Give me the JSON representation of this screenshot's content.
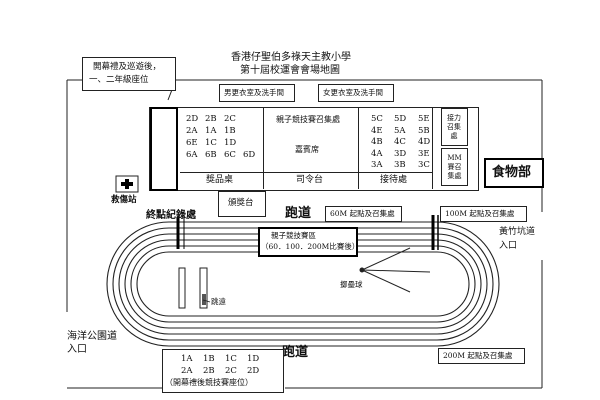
{
  "title": {
    "line1": "香港仔聖伯多祿天主教小學",
    "line2": "第十屆校運會會場地圖"
  },
  "callout": {
    "line1": "開幕禮及巡遊後，",
    "line2": "一、二年級座位"
  },
  "washrooms": {
    "boys": "男更衣室及洗手間",
    "girls": "女更衣室及洗手間"
  },
  "seating_left": {
    "rows": [
      [
        "2D",
        "2B",
        "2C"
      ],
      [
        "2A",
        "1A",
        "1B"
      ],
      [
        "6E",
        "1C",
        "1D"
      ],
      [
        "6A",
        "6B",
        "6C",
        "6D"
      ]
    ]
  },
  "seating_right": {
    "rows": [
      [
        "5C",
        "5D",
        "5E"
      ],
      [
        "4E",
        "5A",
        "5B"
      ],
      [
        "4B",
        "4C",
        "4D"
      ],
      [
        "4A",
        "3D",
        "3E"
      ],
      [
        "3A",
        "3B",
        "3C"
      ]
    ]
  },
  "areas": {
    "parent_child_assembly": "親子競技賽召集處",
    "guests": "嘉賓席",
    "prizes": "獎品桌",
    "command": "司令台",
    "reception": "接待處",
    "relay_assembly": "接力召集處",
    "mm_assembly": "MM賽召集處",
    "food": "食物部",
    "first_aid": "救傷站",
    "award_stage": "頒獎台",
    "finish_record": "終點紀錄處",
    "track_top": "跑道",
    "track_bottom": "跑道",
    "start_60m": "60M 起點及召集處",
    "start_100m": "100M 起點及召集處",
    "start_200m": "200M 起點及召集處",
    "parent_child_zone_1": "親子競技賽區",
    "parent_child_zone_2": "（60．100．200M比賽後）",
    "long_jump": "跳遠",
    "shot_put": "擲壘球",
    "wongchukhang": {
      "line1": "黃竹坑道",
      "line2": "入口"
    },
    "ocean_park": {
      "line1": "海洋公園道",
      "line2": "入口"
    }
  },
  "bottom_seating": {
    "row1": [
      "1A",
      "1B",
      "1C",
      "1D"
    ],
    "row2": [
      "2A",
      "2B",
      "2C",
      "2D"
    ],
    "caption": "（開幕禮後競技賽座位）"
  }
}
